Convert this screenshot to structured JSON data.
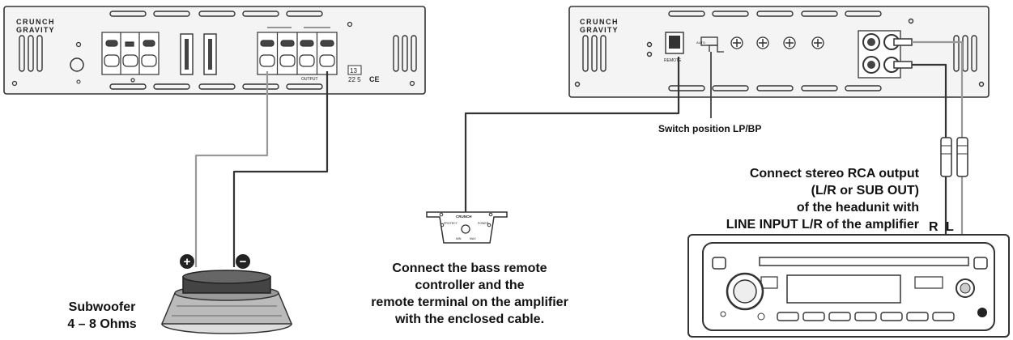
{
  "amp_left": {
    "brand_line1": "CRUNCH",
    "brand_line2": "GRAVITY",
    "output_label": "OUTPUT",
    "fuse_value": "13",
    "mark": "22 5"
  },
  "amp_right": {
    "brand_line1": "CRUNCH",
    "brand_line2": "GRAVITY",
    "remote_label": "REMOTE",
    "switch_label": "AUTO"
  },
  "remote": {
    "brand": "CRUNCH",
    "protect": "PROTECT",
    "power": "POWER",
    "min": "MIN",
    "max": "MAX"
  },
  "labels": {
    "switch_position": "Switch position LP/BP",
    "rca_line1": "Connect stereo RCA output",
    "rca_line2": "(L/R or SUB OUT)",
    "rca_line3": "of the headunit with",
    "rca_line4": "LINE INPUT L/R of the amplifier",
    "r_label": "R",
    "l_label": "L",
    "bass_line1": "Connect the bass remote",
    "bass_line2": "controller and the",
    "bass_line3": "remote terminal on the amplifier",
    "bass_line4": "with the enclosed cable.",
    "sub_line1": "Subwoofer",
    "sub_line2": "4 – 8 Ohms",
    "plus": "+",
    "minus": "−"
  }
}
